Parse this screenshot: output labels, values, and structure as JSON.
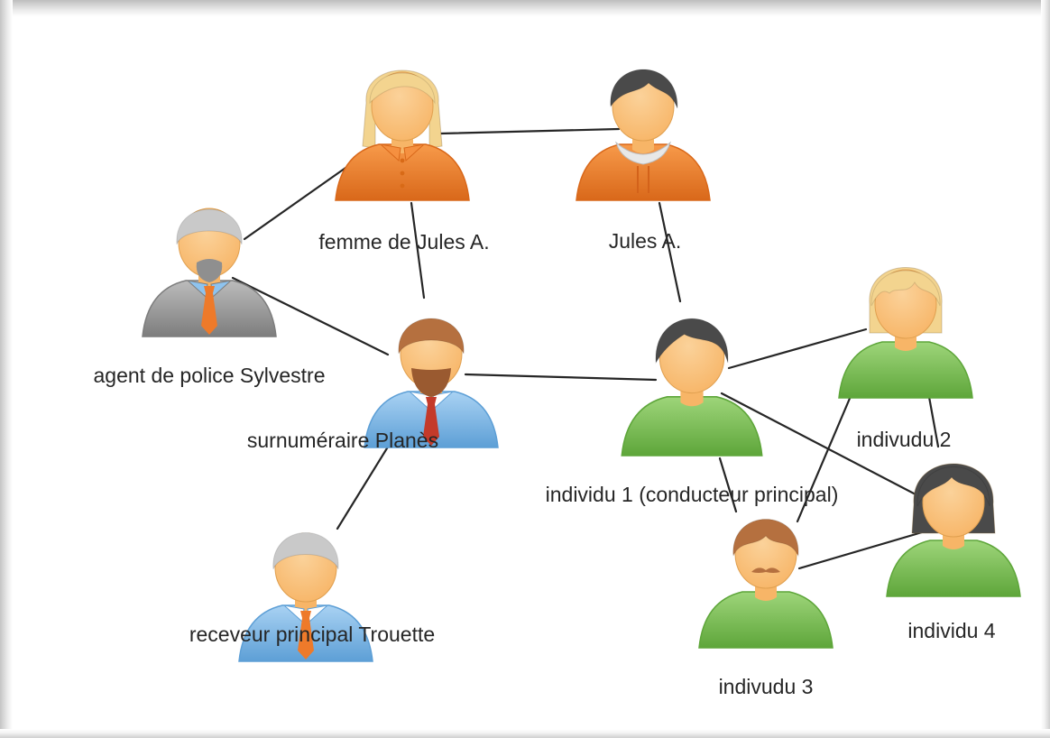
{
  "diagram": {
    "colors": {
      "skin": "#f7b567",
      "skin_light": "#fbd29a",
      "orange_shirt": "#f07d22",
      "green_shirt": "#7cc354",
      "blue_shirt": "#7ab8ea",
      "grey_suit": "#9a9a9a",
      "tie_orange": "#ee7a2a",
      "tie_red": "#c43a2a",
      "hair_blonde": "#f3d48f",
      "hair_dark": "#4a4a4a",
      "hair_grey": "#c9c9c9",
      "hair_brown": "#b5703f",
      "edge": "#262626"
    },
    "nodes": [
      {
        "id": "femme",
        "label": "femme de Jules A.",
        "icon": "woman-long-hair-orange-shirt-icon"
      },
      {
        "id": "jules",
        "label": "Jules A.",
        "icon": "man-dark-hair-orange-hoodie-icon"
      },
      {
        "id": "agent",
        "label": "agent de police Sylvestre",
        "icon": "old-man-grey-suit-icon"
      },
      {
        "id": "surnumeraire",
        "label": "surnuméraire Planès",
        "icon": "bearded-man-blue-shirt-red-tie-icon"
      },
      {
        "id": "individu1",
        "label": "individu 1 (conducteur principal)",
        "icon": "dark-hair-person-green-shirt-icon"
      },
      {
        "id": "individu2",
        "label": "indivudu 2",
        "icon": "blonde-woman-green-shirt-icon"
      },
      {
        "id": "individu4",
        "label": "individu 4",
        "icon": "dark-bob-hair-woman-green-shirt-icon"
      },
      {
        "id": "individu3",
        "label": "indivudu 3",
        "icon": "mustache-man-green-shirt-icon"
      },
      {
        "id": "receveur",
        "label": "receveur principal Trouette",
        "icon": "grey-hair-man-blue-shirt-icon"
      }
    ],
    "edges": [
      {
        "from": "femme",
        "to": "jules"
      },
      {
        "from": "femme",
        "to": "agent"
      },
      {
        "from": "femme",
        "to": "surnumeraire"
      },
      {
        "from": "agent",
        "to": "surnumeraire"
      },
      {
        "from": "jules",
        "to": "individu1"
      },
      {
        "from": "surnumeraire",
        "to": "individu1"
      },
      {
        "from": "surnumeraire",
        "to": "receveur"
      },
      {
        "from": "individu1",
        "to": "individu2"
      },
      {
        "from": "individu1",
        "to": "individu4"
      },
      {
        "from": "individu1",
        "to": "individu3"
      },
      {
        "from": "individu2",
        "to": "individu3"
      },
      {
        "from": "individu2",
        "to": "individu4"
      },
      {
        "from": "individu3",
        "to": "individu4"
      }
    ]
  }
}
